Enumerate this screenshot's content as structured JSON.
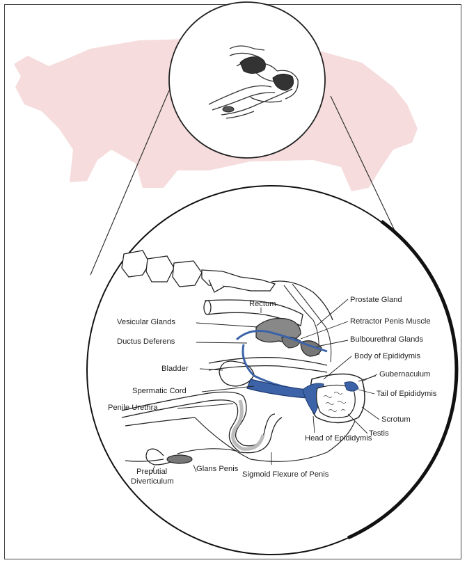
{
  "diagram": {
    "labels": {
      "rectum": "Rectum",
      "prostate_gland": "Prostate Gland",
      "vesicular_glands": "Vesicular Glands",
      "retractor_penis_muscle": "Retractor Penis Muscle",
      "ductus_deferens": "Ductus Deferens",
      "bulbourethral_glands": "Bulbourethral Glands",
      "body_of_epididymis": "Body of Epididymis",
      "bladder": "Bladder",
      "gubernaculum": "Gubernaculum",
      "spermatic_cord": "Spermatic Cord",
      "tail_of_epididymis": "Tail of Epididymis",
      "penile_urethra": "Penile Urethra",
      "scrotum": "Scrotum",
      "testis": "Testis",
      "head_of_epididymis": "Head of Epididymis",
      "preputial_diverticulum_line1": "Preputial",
      "preputial_diverticulum_line2": "Diverticulum",
      "glans_penis": "Glans Penis",
      "sigmoid_flexure": "Sigmoid Flexure of Penis"
    },
    "colors": {
      "pig_silhouette": "#f6dcdc",
      "epididymis_blue": "#3c63a8",
      "gland_gray": "#777777",
      "outline": "#222222"
    }
  }
}
